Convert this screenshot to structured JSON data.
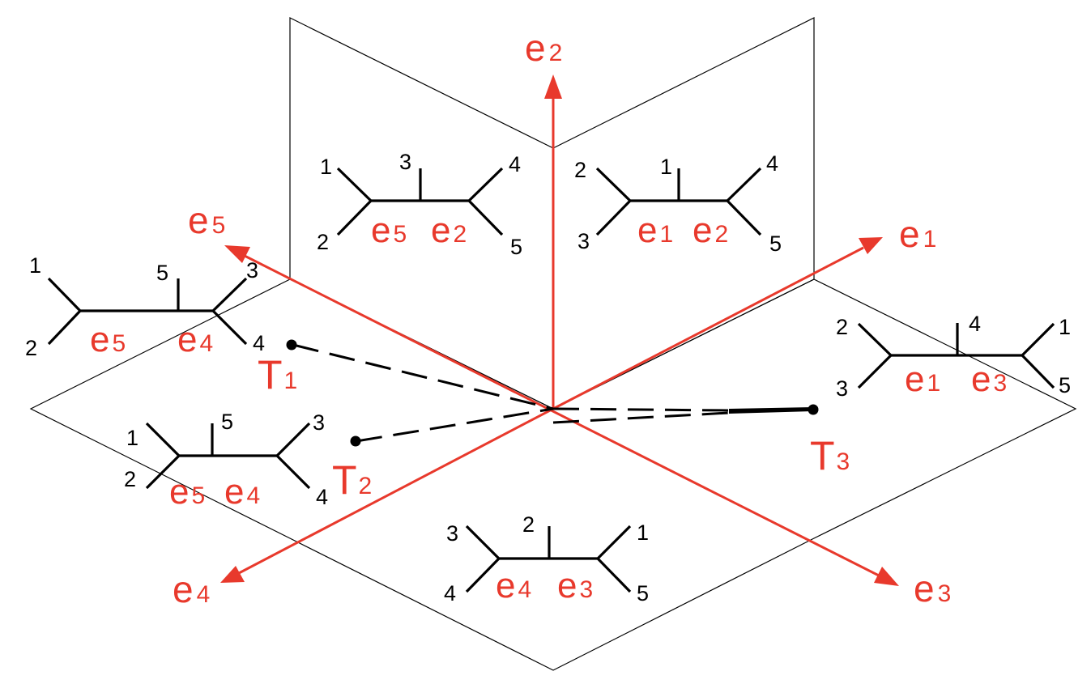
{
  "axes": [
    {
      "id": "e2",
      "letter": "e",
      "sub": "2"
    },
    {
      "id": "e1",
      "letter": "e",
      "sub": "1"
    },
    {
      "id": "e3",
      "letter": "e",
      "sub": "3"
    },
    {
      "id": "e4",
      "letter": "e",
      "sub": "4"
    },
    {
      "id": "e5",
      "letter": "e",
      "sub": "5"
    }
  ],
  "trees": [
    {
      "id": "tree-e5-e2",
      "leaves": [
        "1",
        "2",
        "3",
        "4",
        "5"
      ],
      "edges": [
        {
          "letter": "e",
          "sub": "5"
        },
        {
          "letter": "e",
          "sub": "2"
        }
      ]
    },
    {
      "id": "tree-e1-e2",
      "leaves": [
        "2",
        "3",
        "1",
        "4",
        "5"
      ],
      "edges": [
        {
          "letter": "e",
          "sub": "1"
        },
        {
          "letter": "e",
          "sub": "2"
        }
      ]
    },
    {
      "id": "tree-e5-e4-top",
      "leaves": [
        "1",
        "2",
        "5",
        "3",
        "4"
      ],
      "edges": [
        {
          "letter": "e",
          "sub": "5"
        },
        {
          "letter": "e",
          "sub": "4"
        }
      ]
    },
    {
      "id": "tree-e1-e3",
      "leaves": [
        "2",
        "3",
        "4",
        "1",
        "5"
      ],
      "edges": [
        {
          "letter": "e",
          "sub": "1"
        },
        {
          "letter": "e",
          "sub": "3"
        }
      ]
    },
    {
      "id": "tree-e5-e4-bottom",
      "leaves": [
        "1",
        "2",
        "5",
        "3",
        "4"
      ],
      "edges": [
        {
          "letter": "e",
          "sub": "5"
        },
        {
          "letter": "e",
          "sub": "4"
        }
      ]
    },
    {
      "id": "tree-e4-e3",
      "leaves": [
        "3",
        "4",
        "2",
        "1",
        "5"
      ],
      "edges": [
        {
          "letter": "e",
          "sub": "4"
        },
        {
          "letter": "e",
          "sub": "3"
        }
      ]
    }
  ],
  "points": [
    {
      "id": "T1",
      "letter": "T",
      "sub": "1"
    },
    {
      "id": "T2",
      "letter": "T",
      "sub": "2"
    },
    {
      "id": "T3",
      "letter": "T",
      "sub": "3"
    }
  ],
  "colors": {
    "axis": "#e8392c",
    "tree": "#000000",
    "plane": "#000000"
  }
}
